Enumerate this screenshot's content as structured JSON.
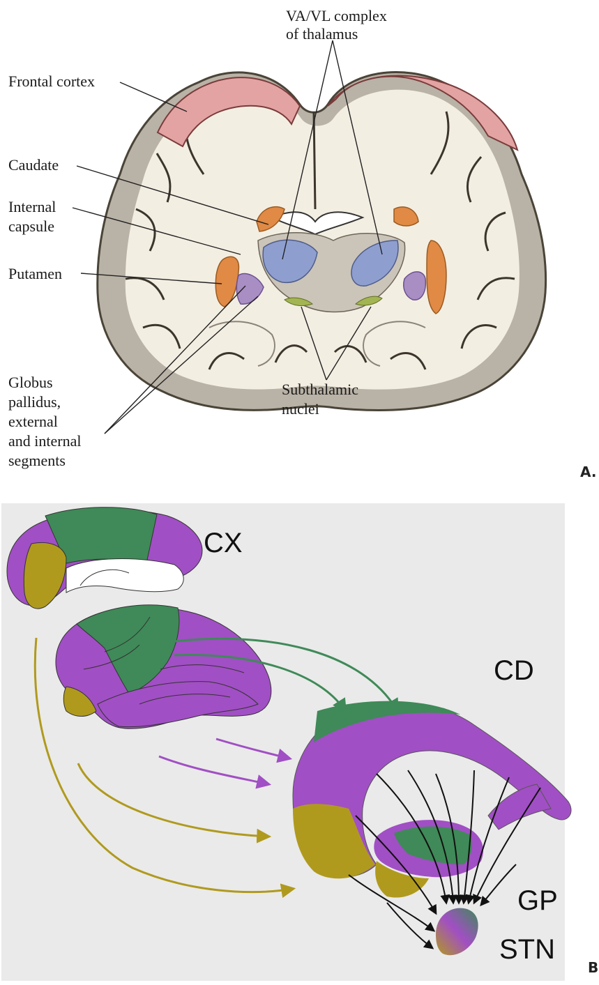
{
  "panel_a": {
    "panel_letter": "A.",
    "labels": {
      "va_vl_line1": "VA/VL complex",
      "va_vl_line2": "of thalamus",
      "frontal_cortex": "Frontal cortex",
      "caudate": "Caudate",
      "internal_capsule_line1": "Internal",
      "internal_capsule_line2": "capsule",
      "putamen": "Putamen",
      "globus_line1": "Globus",
      "globus_line2": "pallidus,",
      "globus_line3": "external",
      "globus_line4": "and internal",
      "globus_line5": "segments",
      "subthalamic_line1": "Subthalamic",
      "subthalamic_line2": "nuclei"
    },
    "colors": {
      "cortex_red": "#e3a3a3",
      "white_matter": "#f4efe3",
      "gray_matter": "#bdb6ab",
      "thalamus_blue": "#8e9fcf",
      "striatum_orange": "#e08a45",
      "pallidum_purple": "#a98ec4",
      "stn_green": "#a3b552"
    }
  },
  "panel_b": {
    "panel_letter": "B",
    "labels": {
      "cx": "CX",
      "cd": "CD",
      "gp": "GP",
      "stn": "STN"
    },
    "colors": {
      "background": "#eaeaea",
      "motor_green": "#3f8a58",
      "associative_purple": "#a14fc4",
      "limbic_olive": "#b09a1e"
    }
  }
}
